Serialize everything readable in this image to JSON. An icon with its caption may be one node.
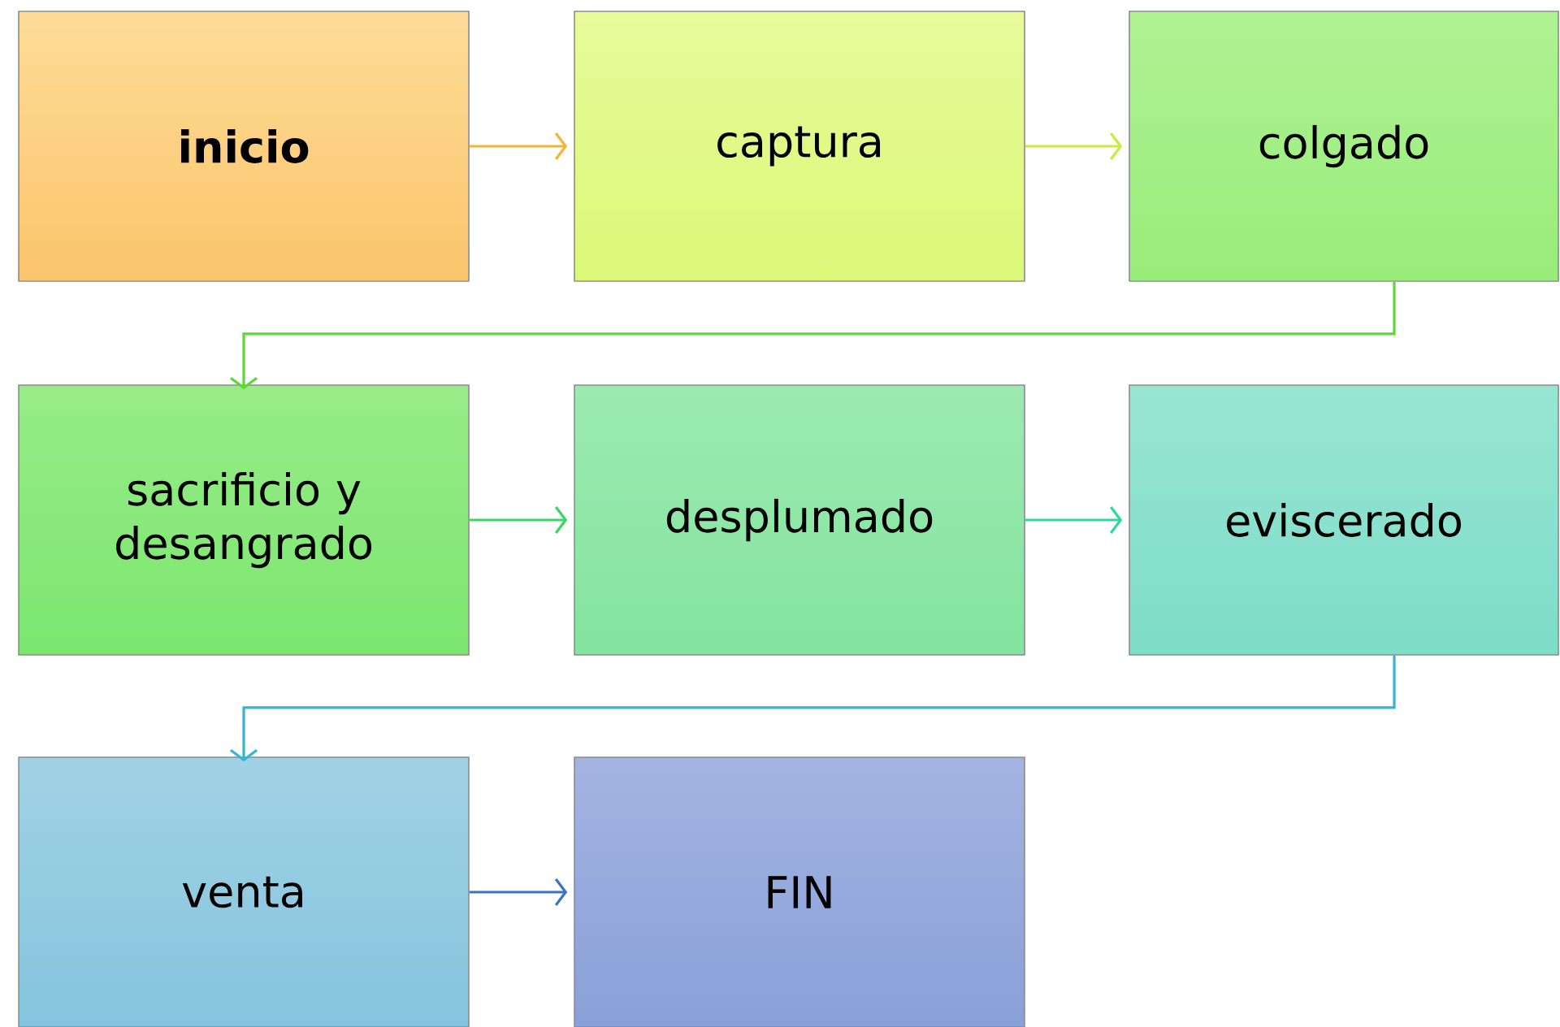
{
  "diagram": {
    "nodes": [
      {
        "text": [
          "inicio"
        ]
      },
      {
        "text": [
          "captura"
        ]
      },
      {
        "text": [
          "colgado"
        ]
      },
      {
        "text": [
          "sacrificio y desangrado"
        ]
      },
      {
        "text": [
          "desplumado"
        ]
      },
      {
        "text": [
          "eviscerado"
        ]
      },
      {
        "text": [
          "venta"
        ]
      },
      {
        "text": [
          "FIN"
        ]
      }
    ],
    "edges": [
      {
        "from": 0,
        "to": 1,
        "arrow": "to",
        "color": "#f2b632"
      },
      {
        "from": 1,
        "to": 2,
        "arrow": "to",
        "color": "#c6ec3c"
      },
      {
        "from": 2,
        "to": 3,
        "arrow": "to",
        "color": "#5cd834"
      },
      {
        "from": 3,
        "to": 4,
        "arrow": "to",
        "color": "#3ad862"
      },
      {
        "from": 4,
        "to": 5,
        "arrow": "to",
        "color": "#2ed8a0"
      },
      {
        "from": 5,
        "to": 6,
        "arrow": "to",
        "color": "#34b6d2"
      },
      {
        "from": 6,
        "to": 7,
        "arrow": "to",
        "color": "#3a72c4"
      }
    ]
  }
}
